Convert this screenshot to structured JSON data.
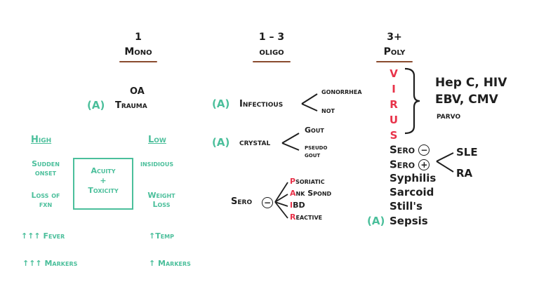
{
  "headers": {
    "mono": {
      "count": "1",
      "label": "Mono"
    },
    "oligo": {
      "count": "1 – 3",
      "label": "oligo"
    },
    "poly": {
      "count": "3+",
      "label": "Poly"
    }
  },
  "mono": {
    "acute_marker": "(A)",
    "causes": [
      "OA",
      "Trauma"
    ],
    "high_label": "High",
    "low_label": "Low",
    "center_box": [
      "Acuity",
      "+",
      "Toxicity"
    ],
    "high_items": [
      [
        "Sudden",
        "onset"
      ],
      [
        "Loss of",
        "fxn"
      ]
    ],
    "low_items": [
      [
        "insidious"
      ],
      [
        "Weight",
        "Loss"
      ]
    ],
    "high_fever": "↑↑↑ Fever",
    "low_temp": "↑Temp",
    "high_markers": "↑↑↑ Markers",
    "low_markers": "↑ Markers"
  },
  "oligo": {
    "infectious_marker": "(A)",
    "infectious_label": "Infectious",
    "infectious_branches": [
      "gonorrhea",
      "not"
    ],
    "crystal_marker": "(A)",
    "crystal_label": "crystal",
    "crystal_branches": [
      "Gout",
      "pseudo gout"
    ],
    "sero_label": "Sero",
    "sero_sign": "−",
    "pair": [
      {
        "letter": "P",
        "rest": "soriatic"
      },
      {
        "letter": "A",
        "rest": "nk Spond"
      },
      {
        "letter": "I",
        "rest": "BD"
      },
      {
        "letter": "R",
        "rest": "eactive"
      }
    ]
  },
  "poly": {
    "virus_letters": [
      "V",
      "I",
      "R",
      "U",
      "S"
    ],
    "virus_items": [
      "Hep C, HIV",
      "EBV, CMV",
      "parvo"
    ],
    "sero_neg": {
      "label": "Sero",
      "sign": "−"
    },
    "sero_pos": {
      "label": "Sero",
      "sign": "+"
    },
    "sero_branches": [
      "SLE",
      "RA"
    ],
    "others": [
      "Syphilis",
      "Sarcoid",
      "Still's"
    ],
    "sepsis_marker": "(A)",
    "sepsis_label": "Sepsis"
  },
  "colors": {
    "accent": "#4bbf9b",
    "red": "#e8334a",
    "underline": "#8a4b2e"
  }
}
